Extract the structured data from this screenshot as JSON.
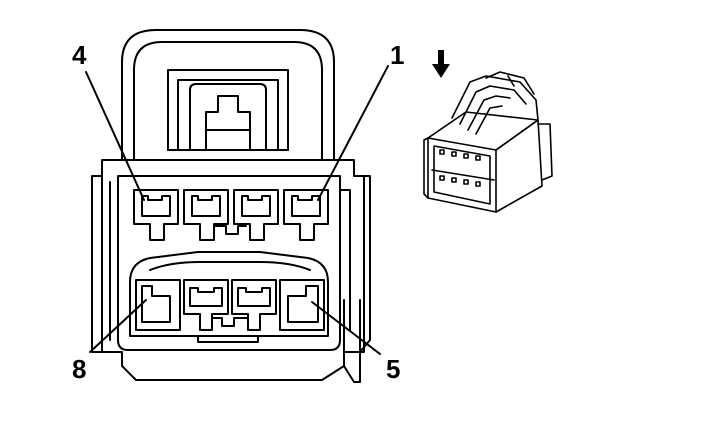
{
  "diagram": {
    "pin_labels": {
      "top_left": "4",
      "top_right": "1",
      "bottom_left": "8",
      "bottom_right": "5"
    },
    "icons": {
      "direction": "arrow-down-icon",
      "perspective_view": "connector-3d-view-icon"
    },
    "colors": {
      "stroke": "#000000",
      "background": "#ffffff"
    }
  }
}
